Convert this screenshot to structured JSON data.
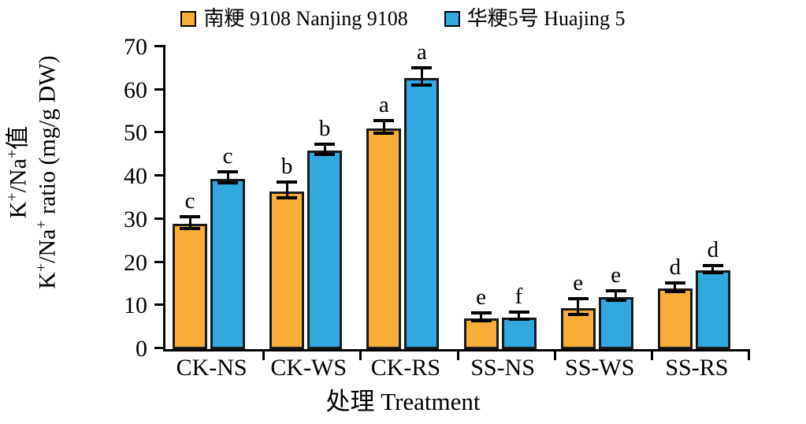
{
  "chart_data": {
    "type": "bar",
    "title": "",
    "xlabel": "处理 Treatment",
    "ylabel_line1": "K+/Na+值",
    "ylabel_line2": "K+/Na+ ratio (mg/g DW)",
    "categories": [
      "CK-NS",
      "CK-WS",
      "CK-RS",
      "SS-NS",
      "SS-WS",
      "SS-RS"
    ],
    "ylim": [
      0,
      70
    ],
    "yticks": [
      0,
      10,
      20,
      30,
      40,
      50,
      60,
      70
    ],
    "grid": false,
    "legend_position": "top-center",
    "series": [
      {
        "name": "南粳 9108 Nanjing 9108",
        "color": "#F9AE3A",
        "values": [
          29.0,
          36.5,
          51.2,
          7.2,
          9.5,
          14.0
        ],
        "errors": [
          1.4,
          1.8,
          1.5,
          0.9,
          1.9,
          1.0
        ],
        "letters": [
          "c",
          "b",
          "a",
          "e",
          "e",
          "d"
        ]
      },
      {
        "name": "华粳5号 Huajing 5",
        "color": "#31A8DE",
        "values": [
          39.5,
          46.0,
          62.9,
          7.4,
          12.0,
          18.2
        ],
        "errors": [
          1.3,
          1.2,
          2.0,
          0.8,
          1.1,
          0.9
        ],
        "letters": [
          "c",
          "b",
          "a",
          "f",
          "e",
          "d"
        ]
      }
    ]
  },
  "legend": {
    "items": [
      {
        "label": "南粳 9108 Nanjing 9108",
        "color": "#F9AE3A"
      },
      {
        "label": "华粳5号 Huajing 5",
        "color": "#31A8DE"
      }
    ]
  },
  "axes": {
    "y_tick_labels": [
      "70",
      "60",
      "50",
      "40",
      "30",
      "20",
      "10",
      "0"
    ],
    "x_tick_labels": [
      "CK-NS",
      "CK-WS",
      "CK-RS",
      "SS-NS",
      "SS-WS",
      "SS-RS"
    ],
    "x_title": "处理 Treatment",
    "y_title_line1_pre": "K",
    "y_title_line1_sup1": "+",
    "y_title_line1_mid": "/Na",
    "y_title_line1_sup2": "+",
    "y_title_line1_post": "值",
    "y_title_line2_pre": "K",
    "y_title_line2_sup1": "+",
    "y_title_line2_mid": "/Na",
    "y_title_line2_sup2": "+",
    "y_title_line2_post": " ratio (mg/g DW)"
  }
}
